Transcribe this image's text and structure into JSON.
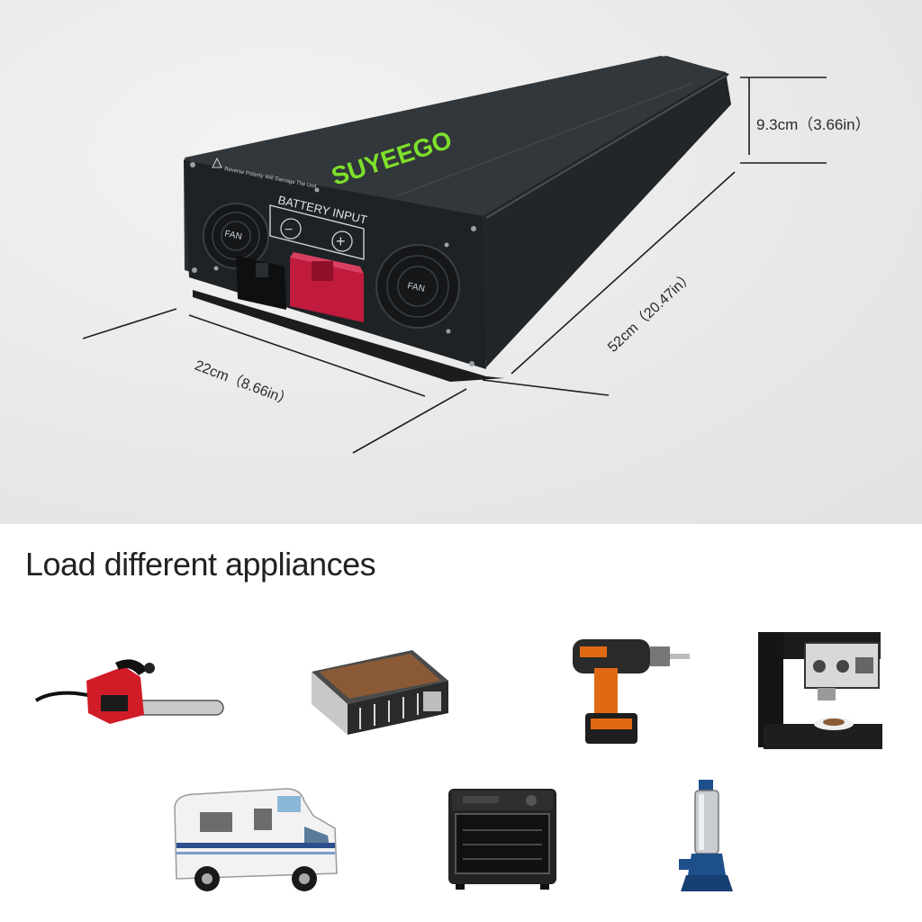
{
  "product": {
    "brand": "SUYEEGO",
    "warning_text": "Reverse Polarity Will Damage The Unit",
    "battery_label": "BATTERY INPUT",
    "fan_label": "FAN",
    "minus_symbol": "−",
    "plus_symbol": "+",
    "accent_color": "#7ee02b",
    "terminal_color": "#c01a3c"
  },
  "dimensions": {
    "height_label": "9.3cm（3.66in）",
    "width_label": "22cm（8.66in）",
    "length_label": "52cm（20.47in）"
  },
  "section": {
    "title": "Load different appliances"
  },
  "appliances": [
    {
      "icon": "chainsaw-icon"
    },
    {
      "icon": "grill-icon"
    },
    {
      "icon": "drill-icon"
    },
    {
      "icon": "coffee-machine-icon"
    },
    {
      "icon": "motorhome-icon"
    },
    {
      "icon": "oven-icon"
    },
    {
      "icon": "water-pump-icon"
    }
  ]
}
